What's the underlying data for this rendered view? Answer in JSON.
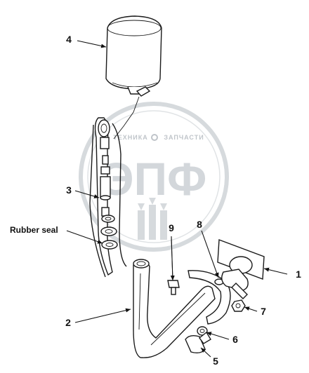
{
  "watermark": {
    "brand": "ЭПФ",
    "left_text": "ТЕХНИКА",
    "right_text": "ЗАПЧАСТИ"
  },
  "callouts": {
    "c1": "1",
    "c2": "2",
    "c3": "3",
    "c4": "4",
    "c5": "5",
    "c6": "6",
    "c7": "7",
    "c8": "8",
    "c9": "9"
  },
  "rubber_seal_label": "Rubber seal"
}
